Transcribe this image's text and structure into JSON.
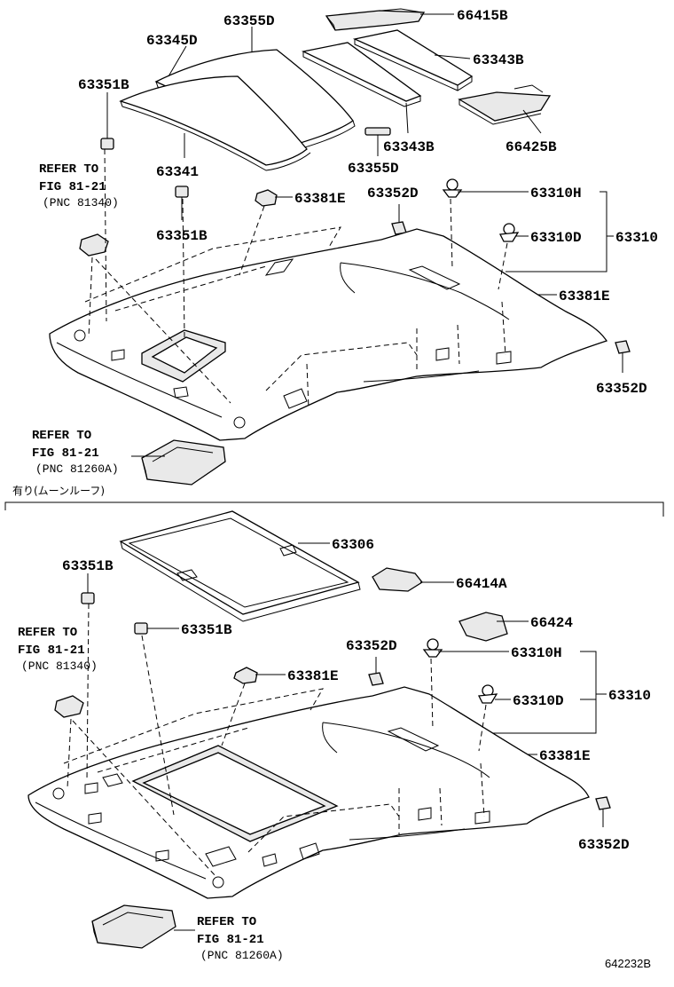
{
  "upper": {
    "labels": {
      "p66415B": "66415B",
      "p63355D_top": "63355D",
      "p63345D": "63345D",
      "p63343B_right": "63343B",
      "p63351B_top": "63351B",
      "p63343B_mid": "63343B",
      "p66425B": "66425B",
      "p63355D_mid": "63355D",
      "p63341": "63341",
      "p63381E_clip": "63381E",
      "p63352D_left": "63352D",
      "p63310H": "63310H",
      "p63310D": "63310D",
      "p63310": "63310",
      "p63351B_low": "63351B",
      "p63381E_right": "63381E",
      "p63352D_right": "63352D"
    },
    "ref1": {
      "line1": "REFER TO",
      "line2": "FIG 81-21",
      "line3": "(PNC 81340)"
    },
    "ref2": {
      "line1": "REFER TO",
      "line2": "FIG 81-21",
      "line3": "(PNC 81260A)"
    }
  },
  "section_note": "有り(ムーンルーフ)",
  "lower": {
    "labels": {
      "p63306": "63306",
      "p63351B_a": "63351B",
      "p66414A": "66414A",
      "p66424": "66424",
      "p63351B_b": "63351B",
      "p63352D_left": "63352D",
      "p63310H": "63310H",
      "p63381E_clip": "63381E",
      "p63310D": "63310D",
      "p63310": "63310",
      "p63381E_right": "63381E",
      "p63352D_right": "63352D"
    },
    "ref1": {
      "line1": "REFER TO",
      "line2": "FIG 81-21",
      "line3": "(PNC 81340)"
    },
    "ref2": {
      "line1": "REFER TO",
      "line2": "FIG 81-21",
      "line3": "(PNC 81260A)"
    }
  },
  "figure_code": "642232B"
}
